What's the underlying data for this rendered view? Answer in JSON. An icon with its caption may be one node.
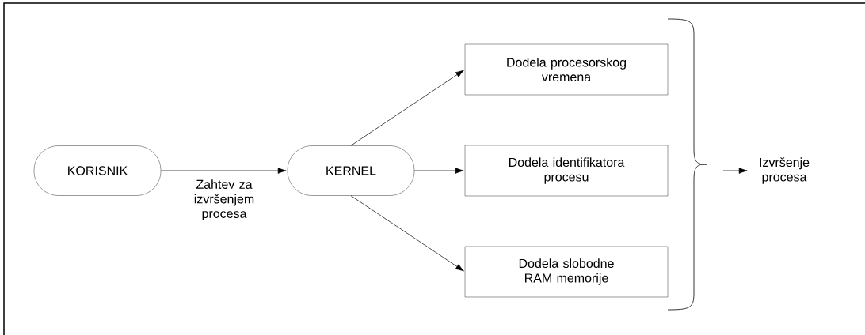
{
  "diagram": {
    "nodes": [
      {
        "text": [
          "KORISNIK"
        ]
      },
      {
        "text": [
          "KERNEL"
        ]
      },
      {
        "text": [
          "Dodela procesorskog vremena"
        ]
      },
      {
        "text": [
          "Dodela identifikatora procesu"
        ]
      },
      {
        "text": [
          "Dodela slobodne RAM memorije"
        ]
      },
      {
        "text": [
          "Izvršenje procesa"
        ]
      }
    ],
    "edges": [
      {
        "from": 0,
        "to": 1,
        "arrow": "to",
        "label": "Zahtev za izvršenjem procesa"
      },
      {
        "from": 1,
        "to": 2,
        "arrow": "to"
      },
      {
        "from": 1,
        "to": 3,
        "arrow": "to"
      },
      {
        "from": 1,
        "to": 4,
        "arrow": "to"
      },
      {
        "from": null,
        "to": 5,
        "arrow": "to"
      }
    ]
  }
}
